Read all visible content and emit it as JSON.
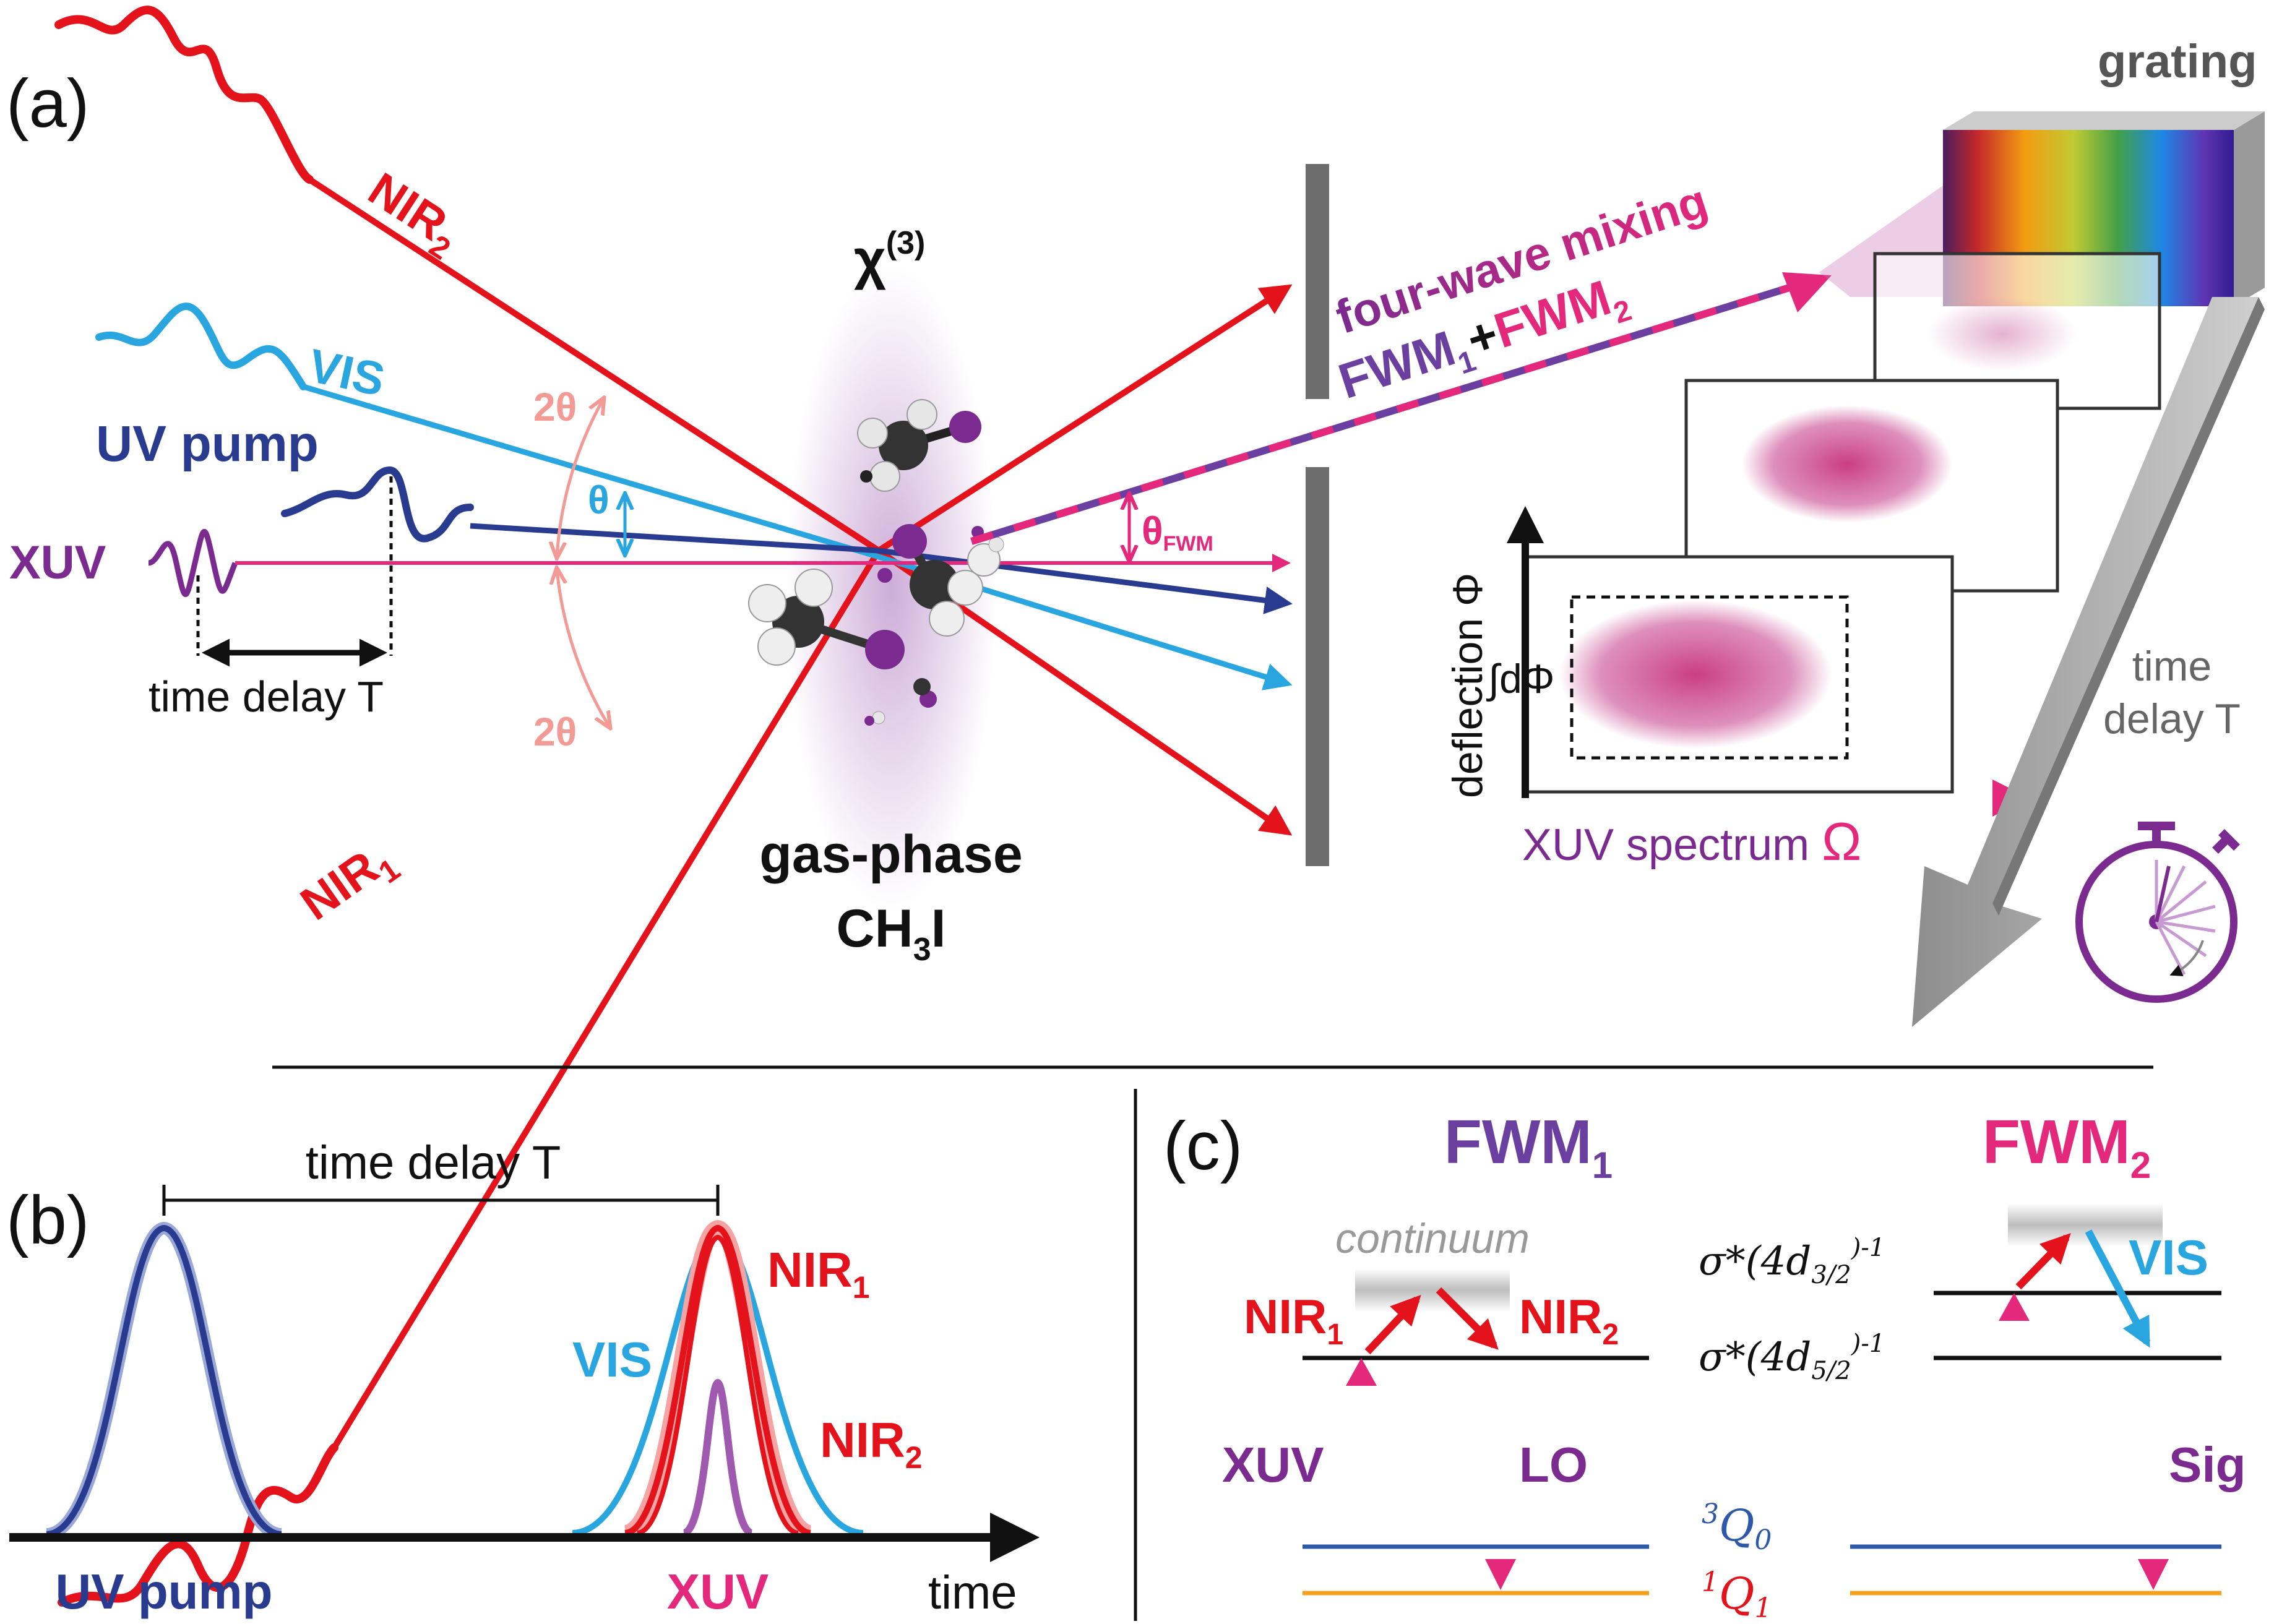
{
  "panels": {
    "a": "(a)",
    "b": "(b)",
    "c": "(c)"
  },
  "panel_a": {
    "beams": {
      "nir2": "NIR",
      "nir2_sub": "2",
      "nir1": "NIR",
      "nir1_sub": "1",
      "vis": "VIS",
      "uv_pump": "UV pump",
      "xuv": "XUV"
    },
    "time_delay": "time delay T",
    "angle_2theta_top": "2θ",
    "angle_2theta_bottom": "2θ",
    "angle_theta": "θ",
    "angle_theta_fwm": "θ",
    "angle_theta_fwm_sub": "FWM",
    "chi3": "χ",
    "chi3_sup": "(3)",
    "sample_line1": "gas-phase",
    "sample_line2_a": "CH",
    "sample_line2_sub": "3",
    "sample_line2_b": "I",
    "four_wave_mixing": "four-wave mixing",
    "fwm1": "FWM",
    "fwm1_sub": "1",
    "plus": "+",
    "fwm2": "FWM",
    "fwm2_sub": "2",
    "grating": "grating",
    "deflection": "deflection Φ",
    "integral": "∫dΦ",
    "xuv_spectrum": "XUV spectrum",
    "omega": "Ω",
    "time_delay_arrow_1": "time",
    "time_delay_arrow_2": "delay T"
  },
  "panel_b": {
    "time_delay": "time delay T",
    "uv_pump": "UV pump",
    "xuv": "XUV",
    "vis": "VIS",
    "nir1": "NIR",
    "nir1_sub": "1",
    "nir2": "NIR",
    "nir2_sub": "2",
    "time": "time"
  },
  "panel_c": {
    "fwm1_title": "FWM",
    "fwm1_title_sub": "1",
    "fwm2_title": "FWM",
    "fwm2_title_sub": "2",
    "continuum": "continuum",
    "nir1": "NIR",
    "nir1_sub": "1",
    "nir2": "NIR",
    "nir2_sub": "2",
    "xuv": "XUV",
    "lo": "LO",
    "vis": "VIS",
    "sig": "Sig",
    "level_32": "σ*(4d",
    "level_32_sub": "3/2",
    "level_32_sup": ")-1",
    "level_52": "σ*(4d",
    "level_52_sub": "5/2",
    "level_52_sup": ")-1",
    "q0_sup": "3",
    "q0": "Q",
    "q0_sub": "0",
    "q1_sup": "1",
    "q1": "Q",
    "q1_sub": "1"
  },
  "colors": {
    "nir": "#e3121b",
    "vis": "#29a6e0",
    "uv": "#283b8f",
    "xuv": "#7b2a8f",
    "fwm_pink": "#e4287c",
    "fwm_purple": "#6b3fa0",
    "angle": "#f39a94",
    "level_blue": "#2e59a8",
    "level_orange": "#f5a11f"
  }
}
